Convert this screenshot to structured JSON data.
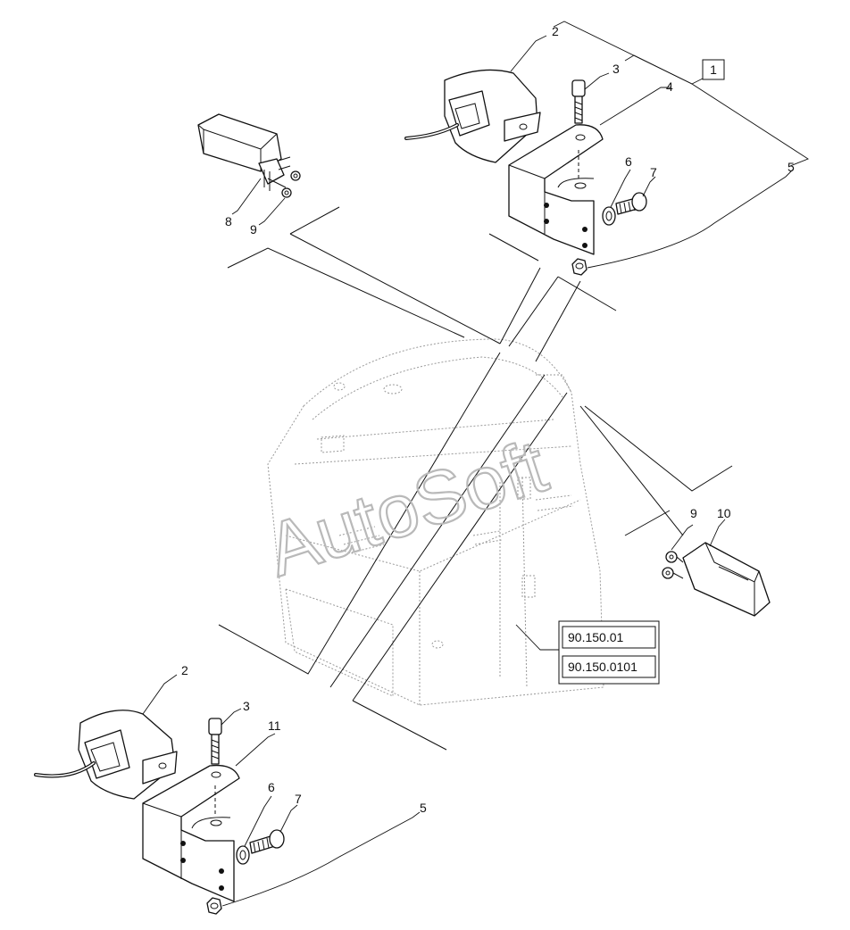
{
  "diagram": {
    "watermark": "AutoSoft",
    "group_box": "1",
    "references": [
      "90.150.01",
      "90.150.0101"
    ],
    "callouts": {
      "top_beacon": "2",
      "top_bolt": "3",
      "top_bracket": "4",
      "top_nut": "5",
      "top_washer": "6",
      "top_screw": "7",
      "relay": "8",
      "relay_nut": "9",
      "right_nut": "9",
      "right_module": "10",
      "bottom_beacon": "2",
      "bottom_bolt": "3",
      "bottom_bracket": "11",
      "bottom_washer": "6",
      "bottom_screw": "7",
      "bottom_nut": "5"
    }
  }
}
